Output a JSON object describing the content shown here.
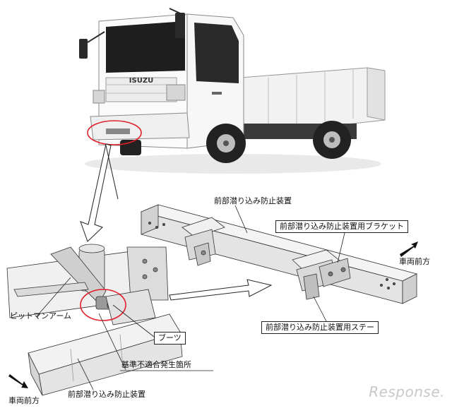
{
  "labels": {
    "front_underrun_device_top": "前部潜り込み防止装置",
    "bracket": "前部潜り込み防止装置用ブラケット",
    "vehicle_front_right": "車両前方",
    "stay": "前部潜り込み防止装置用ステー",
    "pitman_arm": "ピットマンアーム",
    "boot": "ブーツ",
    "nonconformity_location": "基準不適合発生箇所",
    "front_underrun_device_bottom": "前部潜り込み防止装置",
    "vehicle_front_left": "車両前方"
  },
  "truck": {
    "brand": "ISUZU"
  },
  "watermark": "Response.",
  "colors": {
    "truck_body": "#f4f4f4",
    "highlight_circle": "#e0202a",
    "line": "#222222"
  }
}
